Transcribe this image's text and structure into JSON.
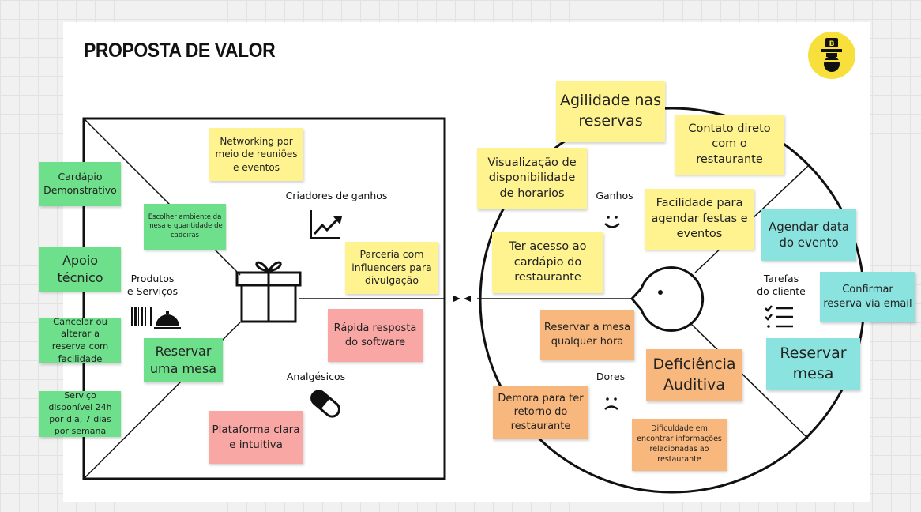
{
  "title": "PROPOSTA DE VALOR",
  "labels": {
    "products": "Produtos\ne Serviços",
    "gain_creators": "Criadores de ganhos",
    "pain_relievers": "Analgésicos",
    "gains": "Ganhos",
    "pains": "Dores",
    "customer_jobs": "Tarefas\ndo cliente"
  },
  "colors": {
    "green": "#6ee08b",
    "yellow": "#fff38f",
    "pink": "#f9a7a4",
    "orange": "#f8b77c",
    "teal": "#8be3df",
    "logo": "#f7e03c"
  },
  "value_map": {
    "products_services": [
      "Cardápio Demonstrativo",
      "Apoio técnico",
      "Cancelar ou alterar a reserva com facilidade",
      "Serviço disponível 24h por dia, 7 dias por semana",
      "Escolher ambiente da mesa e quantidade de cadeiras",
      "Reservar uma mesa"
    ],
    "gain_creators": [
      "Networking por meio de reuniões e eventos",
      "Parceria com influencers para divulgação"
    ],
    "pain_relievers": [
      "Rápida resposta do software",
      "Plataforma clara e intuitiva"
    ]
  },
  "customer_profile": {
    "gains": [
      "Agilidade nas reservas",
      "Contato direto com o restaurante",
      "Visualização de disponibilidade de horarios",
      "Facilidade para agendar festas e eventos",
      "Ter acesso ao cardápio do restaurante"
    ],
    "pains": [
      "Reservar a mesa qualquer hora",
      "Deficiência Auditiva",
      "Demora para ter retorno do restaurante",
      "Dificuldade em encontrar informações relacionadas ao restaurante"
    ],
    "customer_jobs": [
      "Agendar data do evento",
      "Confirmar reserva via email",
      "Reservar mesa"
    ]
  },
  "icons": {
    "logo": "sandwich-board-logo-icon",
    "gift": "gift-icon",
    "chart": "rising-chart-icon",
    "barcode": "barcode-icon",
    "service_bell": "service-bell-icon",
    "pill": "pill-icon",
    "smile": "smile-icon",
    "sad": "sad-face-icon",
    "checklist": "checklist-icon",
    "face": "customer-face-icon"
  }
}
